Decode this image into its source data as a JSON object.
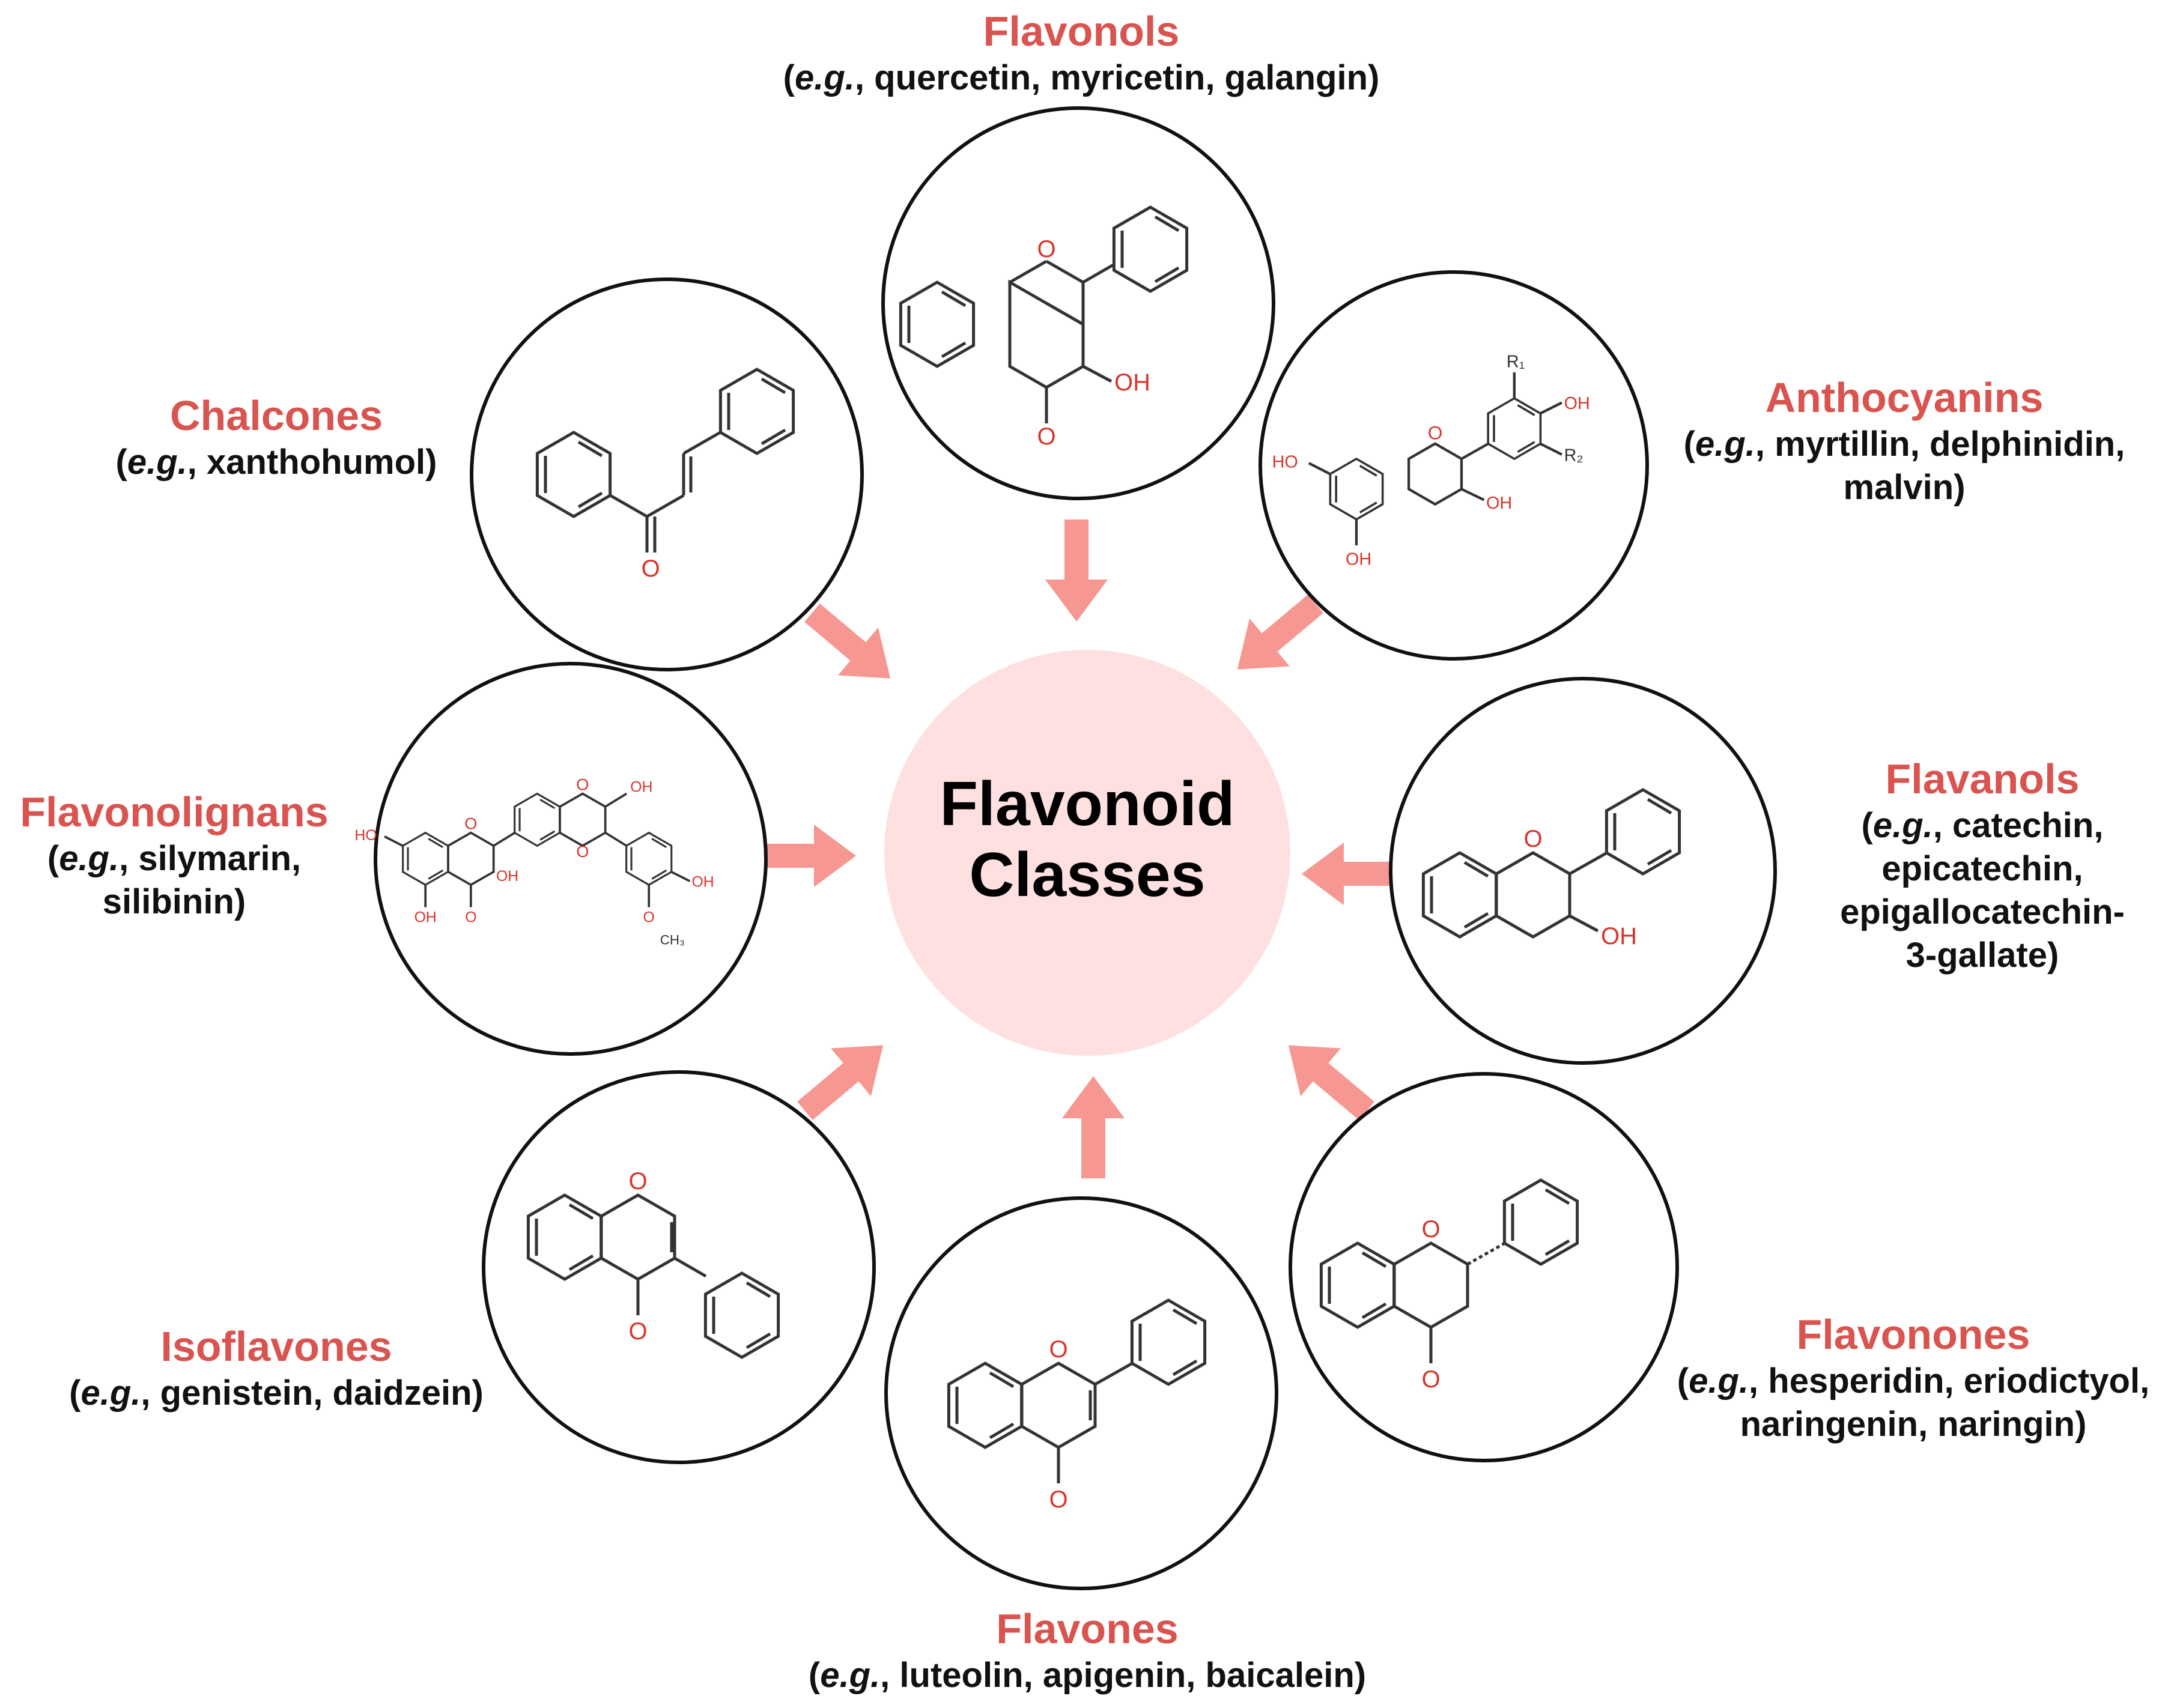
{
  "center": {
    "line1": "Flavonoid",
    "line2": "Classes"
  },
  "colors": {
    "accent": "#d9534f",
    "arrow": "#f79791",
    "center_fill": "#fde0df",
    "atom": "#d9342b",
    "bond": "#333333"
  },
  "eg_prefix": "e.g.",
  "classes": {
    "flavonols": {
      "name": "Flavonols",
      "examples": [
        ", quercetin, myricetin, galangin)"
      ]
    },
    "anthocyanins": {
      "name": "Anthocyanins",
      "examples": [
        ", myrtillin, delphinidin,",
        "malvin)"
      ]
    },
    "flavanols": {
      "name": "Flavanols",
      "examples": [
        ", catechin,",
        "epicatechin,",
        "epigallocatechin-",
        "3-gallate)"
      ]
    },
    "flavonones": {
      "name": "Flavonones",
      "examples": [
        ", hesperidin, eriodictyol,",
        "naringenin, naringin)"
      ]
    },
    "flavones": {
      "name": "Flavones",
      "examples": [
        ", luteolin, apigenin, baicalein)"
      ]
    },
    "isoflavones": {
      "name": "Isoflavones",
      "examples": [
        ", genistein, daidzein)"
      ]
    },
    "flavonolignans": {
      "name": "Flavonolignans",
      "examples": [
        ", silymarin,",
        "silibinin)"
      ]
    },
    "chalcones": {
      "name": "Chalcones",
      "examples": [
        ", xanthohumol)"
      ]
    }
  },
  "atoms": {
    "O": "O",
    "OH": "OH",
    "HO": "HO",
    "R1": "R₁",
    "R2": "R₂",
    "CH3": "CH₃"
  }
}
